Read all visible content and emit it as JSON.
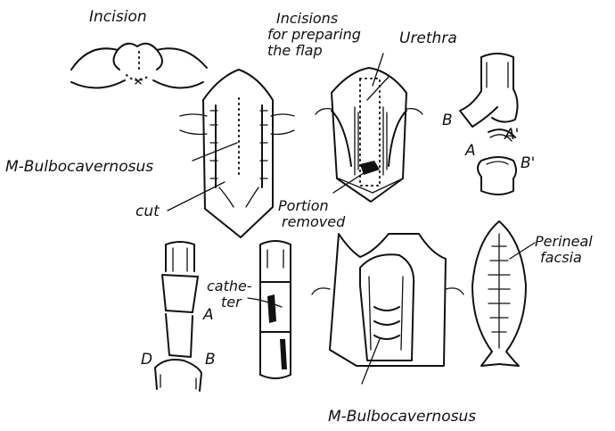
{
  "labels": {
    "incision": "Incision",
    "incisions_flap_line1": "Incisions",
    "incisions_flap_line2": "for preparing",
    "incisions_flap_line3": "the flap",
    "urethra": "Urethra",
    "m_bulbo_top": "M-Bulbocavernosus",
    "cut": "cut",
    "portion_removed_line1": "Portion",
    "portion_removed_line2": "removed",
    "letter_B_top": "B",
    "letter_A_top": "A",
    "letter_A_prime": "A'",
    "letter_B_prime": "B'",
    "catheter_line1": "cathe-",
    "catheter_line2": "ter",
    "letter_A_bottom": "A",
    "letter_D": "D",
    "letter_B_bottom": "B",
    "perineal_line1": "Perineal",
    "perineal_line2": "facsia",
    "m_bulbo_bottom": "M-Bulbocavernosus"
  },
  "colors": {
    "ink": "#111111",
    "paper": "#ffffff"
  }
}
